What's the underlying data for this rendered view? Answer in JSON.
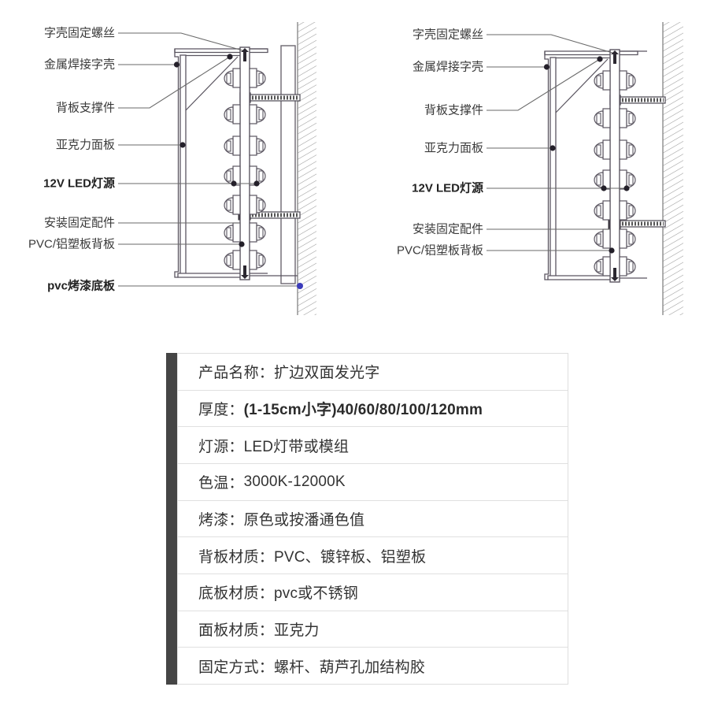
{
  "diagrams": [
    {
      "id": "left",
      "name": "double-sided-lit-letter-section-with-base-plate",
      "labels": [
        {
          "text": "字壳固定螺丝",
          "bold": false
        },
        {
          "text": "金属焊接字壳",
          "bold": false
        },
        {
          "text": "背板支撑件",
          "bold": false
        },
        {
          "text": "亚克力面板",
          "bold": false
        },
        {
          "text": "12V LED灯源",
          "bold": true
        },
        {
          "text": "安装固定配件",
          "bold": false
        },
        {
          "text": "PVC/铝塑板背板",
          "bold": false
        },
        {
          "text": "pvc烤漆底板",
          "bold": false
        }
      ]
    },
    {
      "id": "right",
      "name": "double-sided-lit-letter-section-wall-mounted",
      "labels": [
        {
          "text": "字壳固定螺丝",
          "bold": false
        },
        {
          "text": "金属焊接字壳",
          "bold": false
        },
        {
          "text": "背板支撑件",
          "bold": false
        },
        {
          "text": "亚克力面板",
          "bold": false
        },
        {
          "text": "12V LED灯源",
          "bold": true
        },
        {
          "text": "安装固定配件",
          "bold": false
        },
        {
          "text": "PVC/铝塑板背板",
          "bold": false
        }
      ]
    }
  ],
  "spec_table": {
    "accent_color": "#454545",
    "rows": [
      {
        "key": "产品名称：",
        "value": "扩边双面发光字",
        "emphasis": false
      },
      {
        "key": "厚度：",
        "value": "(1-15cm小字)40/60/80/100/120mm",
        "emphasis": true
      },
      {
        "key": "灯源：",
        "value": "LED灯带或模组",
        "emphasis": false
      },
      {
        "key": "色温：",
        "value": "3000K-12000K",
        "emphasis": false
      },
      {
        "key": "烤漆：",
        "value": "原色或按潘通色值",
        "emphasis": false
      },
      {
        "key": "背板材质：",
        "value": "PVC、镀锌板、铝塑板",
        "emphasis": false
      },
      {
        "key": "底板材质：",
        "value": "pvc或不锈钢",
        "emphasis": false
      },
      {
        "key": "面板材质：",
        "value": "亚克力",
        "emphasis": false
      },
      {
        "key": "固定方式：",
        "value": "螺杆、葫芦孔加结构胶",
        "emphasis": false
      }
    ]
  },
  "colors": {
    "line": "#5a5560",
    "label_text": "#3a3a3a",
    "accent_bar": "#454545",
    "marker_blue": "#3b3bbb",
    "wall_hatch": "#9a9a9a",
    "table_border": "#e0e0e0"
  }
}
